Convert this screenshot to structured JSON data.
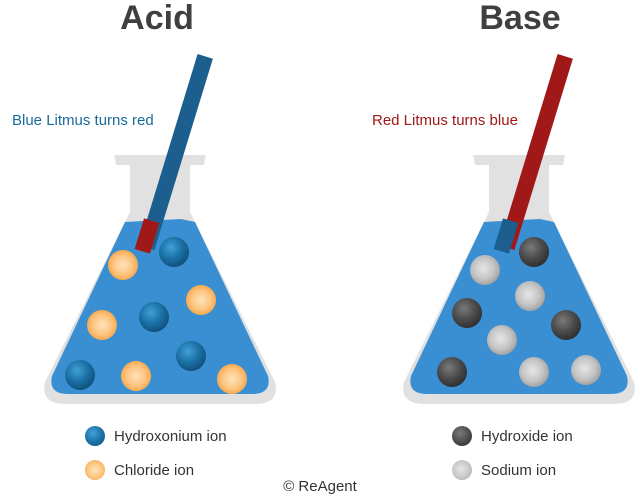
{
  "acid": {
    "title": "Acid",
    "caption": "Blue Litmus turns red",
    "caption_color": "#1a6b9c",
    "legend": [
      {
        "label": "Hydroxonium ion",
        "ion": "hydroxonium"
      },
      {
        "label": "Chloride ion",
        "ion": "chloride"
      }
    ]
  },
  "base": {
    "title": "Base",
    "caption": "Red Litmus turns blue",
    "caption_color": "#a01818",
    "legend": [
      {
        "label": "Hydroxide ion",
        "ion": "hydroxide"
      },
      {
        "label": "Sodium ion",
        "ion": "sodium"
      }
    ]
  },
  "copyright": "© ReAgent",
  "colors": {
    "flask_glass": "#e1e1e1",
    "liquid": "#3a8fd3",
    "litmus_blue": "#1c5f8e",
    "litmus_red": "#a01818",
    "hydroxonium": "#1a6fa3",
    "chloride": "#f6a84a",
    "hydroxide": "#4a4a4a",
    "sodium": "#b9b9b9"
  }
}
